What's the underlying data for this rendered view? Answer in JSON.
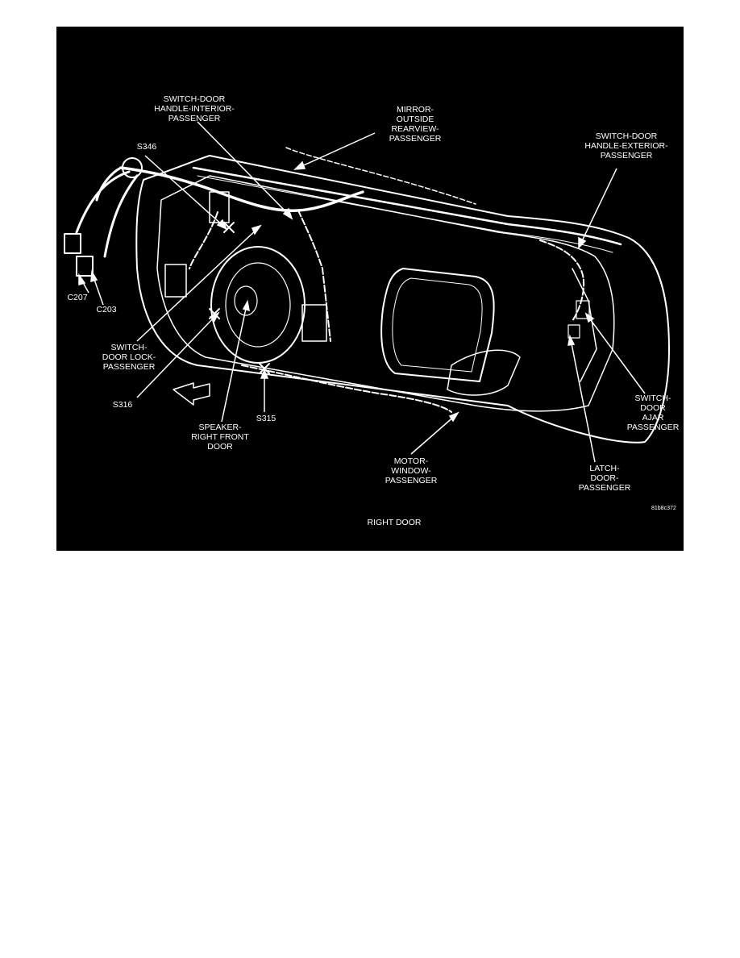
{
  "figure": {
    "caption": "RIGHT DOOR",
    "figure_code": "81b8c372",
    "labels": {
      "switch_door_handle_interior": "SWITCH-DOOR\nHANDLE-INTERIOR-\nPASSENGER",
      "mirror_outside": "MIRROR-\nOUTSIDE\nREARVIEW-\nPASSENGER",
      "switch_door_handle_exterior": "SWITCH-DOOR\nHANDLE-EXTERIOR-\nPASSENGER",
      "s346": "S346",
      "c207": "C207",
      "c203": "C203",
      "switch_door_lock": "SWITCH-\nDOOR LOCK-\nPASSENGER",
      "s316": "S316",
      "speaker": "SPEAKER-\nRIGHT FRONT\nDOOR",
      "s315": "S315",
      "motor_window": "MOTOR-\nWINDOW-\nPASSENGER",
      "latch_door": "LATCH-\nDOOR-\nPASSENGER",
      "switch_door_ajar": "SWITCH-\nDOOR\nAJAR\nPASSENGER"
    }
  }
}
